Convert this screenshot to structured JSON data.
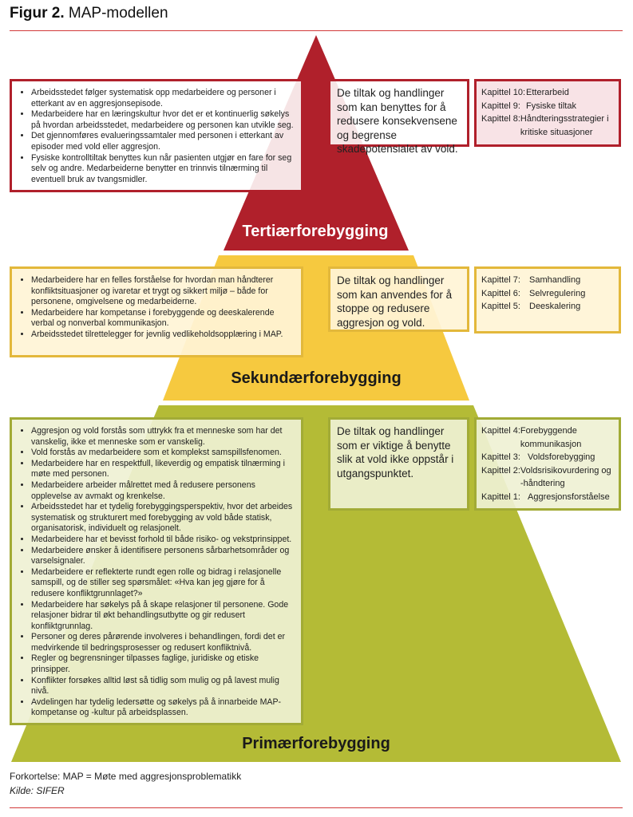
{
  "figure": {
    "number": "Figur 2.",
    "title": "MAP-modellen"
  },
  "colors": {
    "tertiary": "#b0202b",
    "secondary": "#f6c93f",
    "primary": "#b4bb36",
    "rule": "#d23a3a"
  },
  "levels": {
    "tertiary": {
      "label": "Tertiærforebygging",
      "description": "De tiltak og handlinger som kan benyttes for å redusere konsekvensene og begrense skadepotensialet av vold.",
      "bullets": [
        "Arbeidsstedet følger systematisk opp medarbeidere og personer i etterkant av en aggresjonsepisode.",
        "Medarbeidere har en læringskultur hvor det er et kontinuerlig søkelys på hvordan arbeidsstedet, medarbeidere og personen kan utvikle seg.",
        "Det gjennomføres evalueringssamtaler med personen i etterkant av episoder med vold eller aggresjon.",
        "Fysiske kontrolltiltak benyttes kun når pasienten utgjør en fare for seg selv og andre. Medarbeiderne benytter en trinnvis tilnærming til eventuell bruk av tvangsmidler."
      ],
      "chapters": [
        {
          "ch": "Kapittel 10:",
          "name": "Etterarbeid"
        },
        {
          "ch": "Kapittel 9:",
          "name": "Fysiske tiltak"
        },
        {
          "ch": "Kapittel 8:",
          "name": "Håndteringsstrategier i kritiske situasjoner"
        }
      ]
    },
    "secondary": {
      "label": "Sekundærforebygging",
      "description": "De tiltak og handlinger som kan anvendes for å stoppe og redusere aggresjon og vold.",
      "bullets": [
        "Medarbeidere har en felles forståelse for hvordan man håndterer konfliktsituasjoner og ivaretar et trygt og sikkert miljø – både for personene, omgivelsene og medarbeiderne.",
        "Medarbeidere har kompetanse i forebyggende og deeskalerende verbal og nonverbal kommunikasjon.",
        "Arbeidsstedet tilrettelegger for jevnlig vedlikeholdsopplæring i MAP."
      ],
      "chapters": [
        {
          "ch": "Kapittel 7:",
          "name": "Samhandling"
        },
        {
          "ch": "Kapittel 6:",
          "name": "Selvregulering"
        },
        {
          "ch": "Kapittel 5:",
          "name": "Deeskalering"
        }
      ]
    },
    "primary": {
      "label": "Primærforebygging",
      "description": "De tiltak og handlinger som er viktige å benytte slik at vold ikke oppstår i utgangspunktet.",
      "bullets": [
        "Aggresjon og vold forstås som uttrykk fra et menneske som har det vanskelig, ikke et menneske som er vanskelig.",
        "Vold forstås av medarbeidere som et komplekst samspillsfenomen.",
        "Medarbeidere har en respektfull, likeverdig og empatisk tilnærming i møte med personen.",
        "Medarbeidere arbeider målrettet med å redusere personens opplevelse av avmakt og krenkelse.",
        "Arbeidsstedet har et tydelig forebyggingsperspektiv, hvor det arbeides systematisk og strukturert med forebygging av vold både statisk, organisatorisk, individuelt og relasjonelt.",
        "Medarbeidere har et bevisst forhold til både risiko- og vekstprinsippet.",
        "Medarbeidere ønsker å identifisere personens sårbarhetsområder og varselsignaler.",
        "Medarbeidere er reflekterte rundt egen rolle og bidrag i relasjonelle samspill, og de stiller seg spørsmålet: «Hva kan jeg gjøre for å redusere konfliktgrunnlaget?»",
        "Medarbeidere har søkelys på å skape relasjoner til personene. Gode relasjoner bidrar til økt behandlingsutbytte og gir redusert konfliktgrunnlag.",
        "Personer og deres pårørende involveres i behandlingen, fordi det er medvirkende til bedringsprosesser og redusert konfliktnivå.",
        "Regler og begrensninger tilpasses faglige, juridiske og etiske prinsipper.",
        "Konflikter forsøkes alltid løst så tidlig som mulig og på lavest mulig nivå.",
        "Avdelingen har tydelig ledersøtte og søkelys på å innarbeide MAP-kompetanse og -kultur på arbeidsplassen."
      ],
      "chapters": [
        {
          "ch": "Kapittel 4:",
          "name": "Forebyggende kommunikasjon"
        },
        {
          "ch": "Kapittel 3:",
          "name": "Voldsforebygging"
        },
        {
          "ch": "Kapittel 2:",
          "name": "Voldsrisikovurdering og -håndtering"
        },
        {
          "ch": "Kapittel 1:",
          "name": "Aggresjonsforståelse"
        }
      ]
    }
  },
  "footer": {
    "abbreviation": "Forkortelse: MAP = Møte med aggresjonsproblematikk",
    "source": "Kilde: SIFER"
  }
}
